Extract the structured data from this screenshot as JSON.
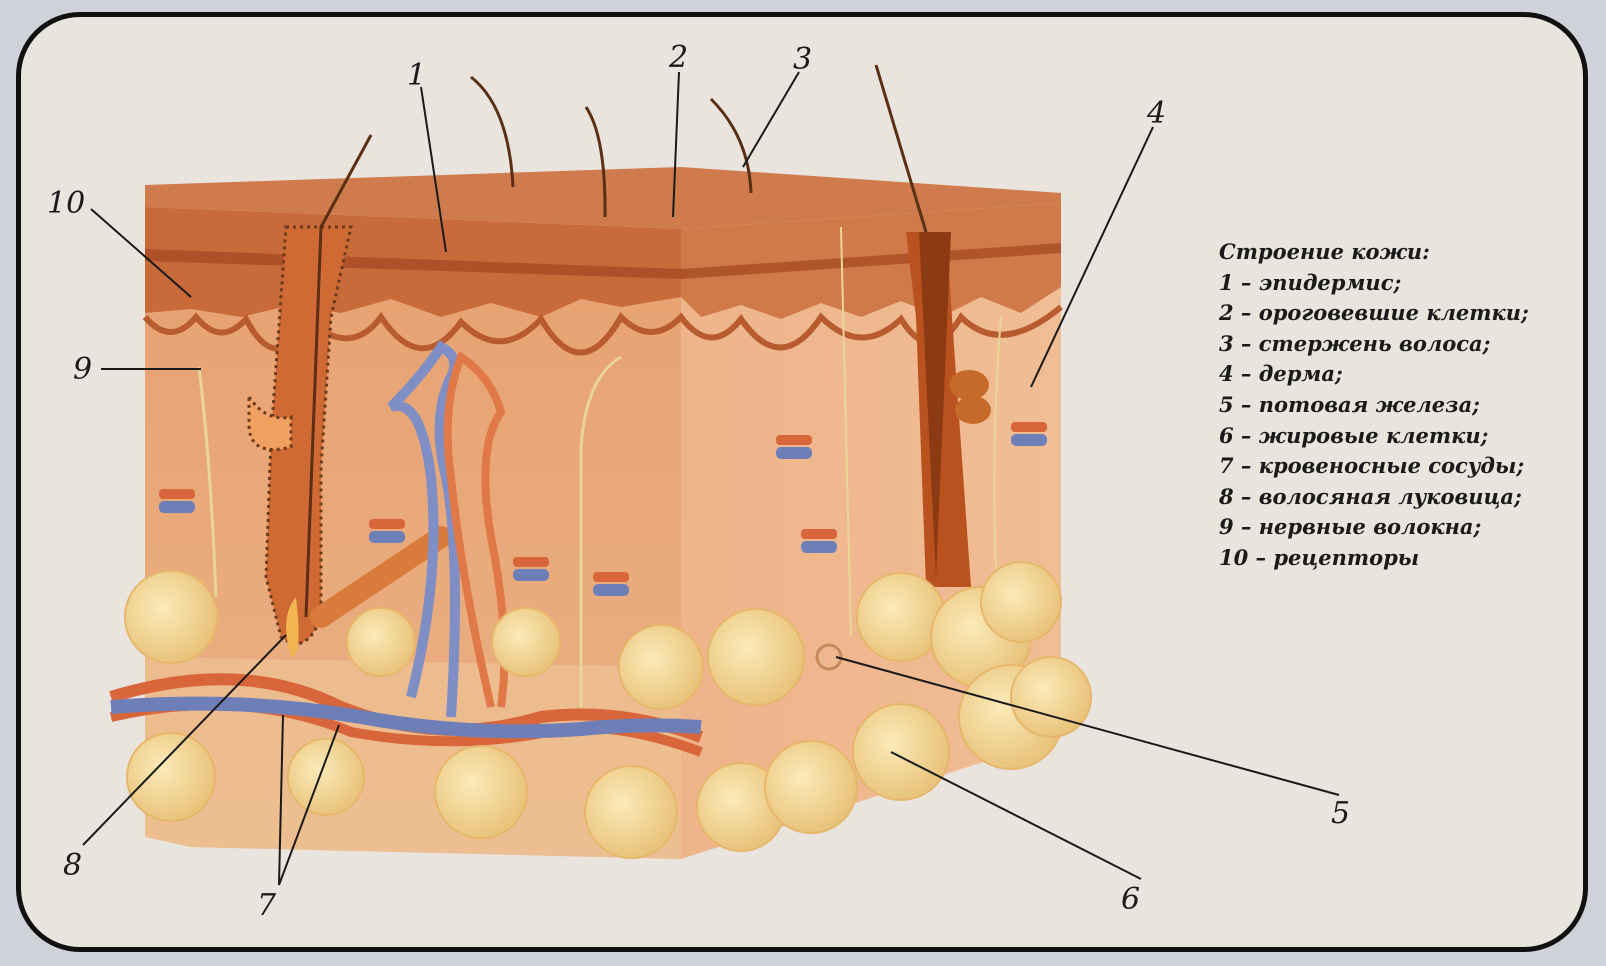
{
  "diagram": {
    "legend_title": "Строение кожи:",
    "legend_items": [
      "1 – эпидермис;",
      "2 – ороговевшие клетки;",
      "3 – стержень волоса;",
      "4 – дерма;",
      "5 – потовая железа;",
      "6 – жировые клетки;",
      "7 – кровеносные сосуды;",
      "8 – волосяная луковица;",
      "9 – нервные волокна;",
      "10 – рецепторы"
    ],
    "callout_numbers": [
      "1",
      "2",
      "3",
      "4",
      "5",
      "6",
      "7",
      "8",
      "9",
      "10"
    ]
  },
  "colors": {
    "frame": "#111111",
    "epidermis": "#c96a3a",
    "dermis": "#e9a877",
    "fat": "#f3d79a",
    "vein": "#6e7fb8",
    "artery": "#d9653a"
  }
}
